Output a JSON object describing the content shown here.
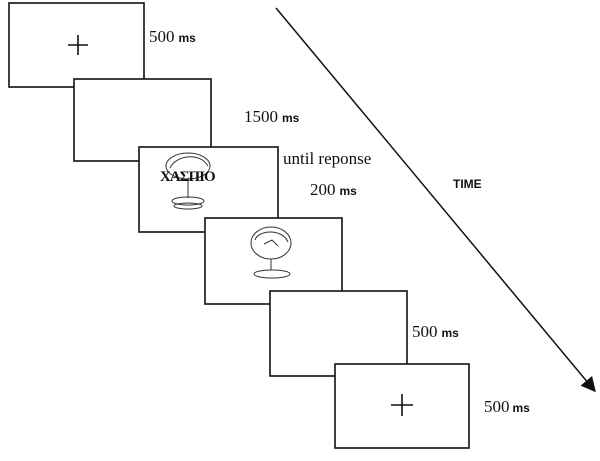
{
  "frames": [
    {
      "id": "fixation-1",
      "content": "fixation-cross",
      "duration_value": "500",
      "duration_unit": "ms"
    },
    {
      "id": "blank-1",
      "content": "blank",
      "duration_value": "1500",
      "duration_unit": "ms"
    },
    {
      "id": "prime",
      "content": "word-over-object",
      "prime_word": "ΧΑΣΠΙΟ",
      "duration_text": "until reponse"
    },
    {
      "id": "target",
      "content": "object-picture",
      "duration_value": "200",
      "duration_unit": "ms"
    },
    {
      "id": "blank-2",
      "content": "blank",
      "duration_value": "500",
      "duration_unit": "ms"
    },
    {
      "id": "fixation-2",
      "content": "fixation-cross",
      "duration_value": "500",
      "duration_unit": "ms"
    }
  ],
  "time_label": "TIME",
  "icons": {
    "arrow": "time-arrow-icon",
    "cross": "fixation-cross-icon",
    "object": "line-drawing-icon"
  }
}
